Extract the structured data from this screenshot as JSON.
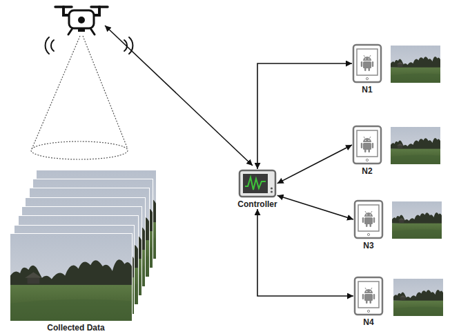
{
  "diagram": {
    "nodes": [
      {
        "text": [
          "Controller"
        ]
      },
      {
        "text": [
          "N1"
        ]
      },
      {
        "text": [
          "N2"
        ]
      },
      {
        "text": [
          "N3"
        ]
      },
      {
        "text": [
          "N4"
        ]
      }
    ],
    "edges": [
      {
        "from": 0,
        "to": 1,
        "arrow": "both"
      },
      {
        "from": 0,
        "to": 2,
        "arrow": "both"
      },
      {
        "from": 0,
        "to": 3,
        "arrow": "both"
      },
      {
        "from": 0,
        "to": 4,
        "arrow": "both"
      }
    ],
    "labels": [
      "Collected Data"
    ]
  }
}
